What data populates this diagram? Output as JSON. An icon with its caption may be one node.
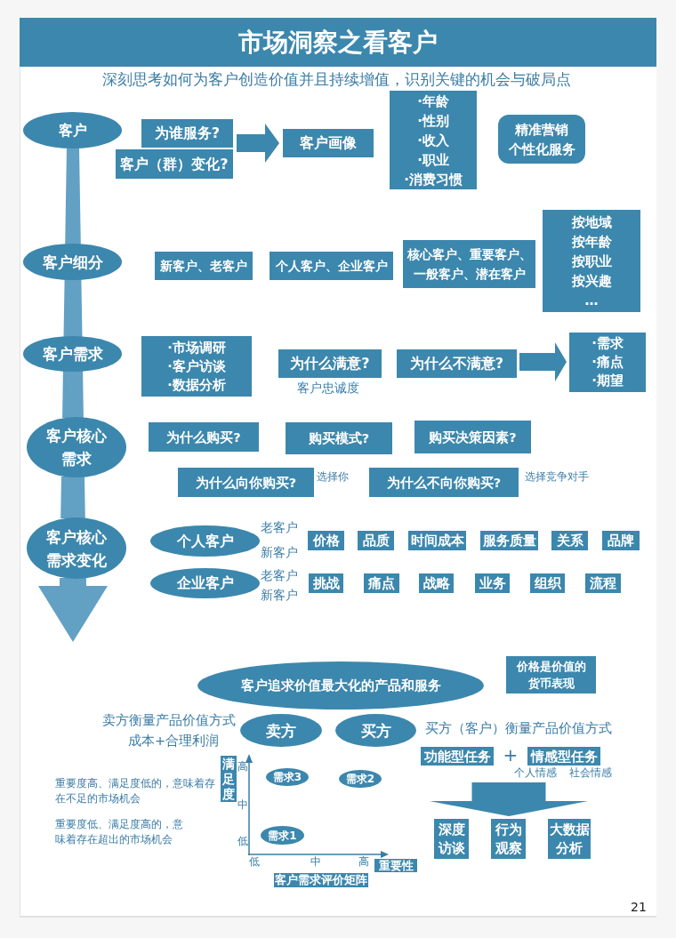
{
  "diagram": {
    "title": "市场洞察之看客户",
    "nodes": [
      {
        "text": [
          "客户"
        ]
      },
      {
        "text": [
          "为谁服务?"
        ]
      },
      {
        "text": [
          "客户（群）变化?"
        ]
      },
      {
        "text": [
          "客户画像"
        ]
      },
      {
        "text": [
          "·年龄",
          "·性别",
          "·收入",
          "·职业",
          "·消费习惯"
        ]
      },
      {
        "text": [
          "精准营销",
          "个性化服务"
        ]
      },
      {
        "text": [
          "客户细分"
        ]
      },
      {
        "text": [
          "新客户、老客户"
        ]
      },
      {
        "text": [
          "个人客户、企业客户"
        ]
      },
      {
        "text": [
          "核心客户、重要客户、一般客户、潜在客户"
        ]
      },
      {
        "text": [
          "按地域",
          "按年龄",
          "按职业",
          "按兴趣",
          "…"
        ]
      },
      {
        "text": [
          "客户需求"
        ]
      },
      {
        "text": [
          "·市场调研",
          "·客户访谈",
          "·数据分析"
        ]
      },
      {
        "text": [
          "为什么满意?"
        ],
        "beside": [
          "客户忠诚度"
        ]
      },
      {
        "text": [
          "为什么不满意?"
        ]
      },
      {
        "text": [
          "·需求",
          "·痛点",
          "·期望"
        ]
      },
      {
        "text": [
          "客户核心需求"
        ]
      },
      {
        "text": [
          "为什么购买?"
        ]
      },
      {
        "text": [
          "购买模式?"
        ]
      },
      {
        "text": [
          "购买决策因素?"
        ]
      },
      {
        "text": [
          "为什么向你购买?"
        ],
        "beside": [
          "选择你"
        ]
      },
      {
        "text": [
          "为什么不向你购买?"
        ],
        "beside": [
          "选择竞争对手"
        ]
      },
      {
        "text": [
          "客户核心需求变化"
        ]
      },
      {
        "text": [
          "个人客户"
        ],
        "beside": [
          "老客户",
          "新客户"
        ]
      },
      {
        "text": [
          "价格"
        ]
      },
      {
        "text": [
          "品质"
        ]
      },
      {
        "text": [
          "时间成本"
        ]
      },
      {
        "text": [
          "服务质量"
        ]
      },
      {
        "text": [
          "关系"
        ]
      },
      {
        "text": [
          "品牌"
        ]
      },
      {
        "text": [
          "企业客户"
        ],
        "beside": [
          "老客户",
          "新客户"
        ]
      },
      {
        "text": [
          "挑战"
        ]
      },
      {
        "text": [
          "痛点"
        ]
      },
      {
        "text": [
          "战略"
        ]
      },
      {
        "text": [
          "业务"
        ]
      },
      {
        "text": [
          "组织"
        ]
      },
      {
        "text": [
          "流程"
        ]
      },
      {
        "text": [
          "客户追求价值最大化的产品和服务"
        ]
      },
      {
        "text": [
          "价格是价值的货币表现"
        ]
      },
      {
        "text": [
          "卖方"
        ],
        "beside": [
          "卖方衡量产品价值方式",
          "成本+合理利润"
        ]
      },
      {
        "text": [
          "买方"
        ],
        "beside": [
          "买方（客户）衡量产品价值方式"
        ]
      },
      {
        "text": [
          "功能型任务"
        ]
      },
      {
        "text": [
          "情感型任务"
        ],
        "beside": [
          "个人情感",
          "社会情感"
        ]
      },
      {
        "text": [
          "深度访谈"
        ]
      },
      {
        "text": [
          "行为观察"
        ]
      },
      {
        "text": [
          "大数据分析"
        ]
      },
      {
        "text": [
          "满足度"
        ]
      },
      {
        "text": [
          "需求3"
        ]
      },
      {
        "text": [
          "需求2"
        ]
      },
      {
        "text": [
          "需求1"
        ]
      },
      {
        "text": [
          "重要性"
        ]
      },
      {
        "text": [
          "客户需求评价矩阵"
        ]
      }
    ],
    "edges": [
      {
        "from": 0,
        "to": 6,
        "arrow": "none",
        "color": "#62a0c4"
      },
      {
        "from": 6,
        "to": 11,
        "arrow": "none",
        "color": "#62a0c4"
      },
      {
        "from": 11,
        "to": 16,
        "arrow": "none",
        "color": "#62a0c4"
      },
      {
        "from": 16,
        "to": 22,
        "arrow": "none",
        "color": "#62a0c4"
      },
      {
        "from": 22,
        "to": null,
        "arrow": "to",
        "color": "#62a0c4"
      },
      {
        "from": 1,
        "to": 3,
        "arrow": "to"
      },
      {
        "from": 2,
        "to": 3,
        "arrow": "to"
      },
      {
        "from": 14,
        "to": 15,
        "arrow": "to"
      },
      {
        "from": 41,
        "to": 43,
        "arrow": "to"
      },
      {
        "from": 41,
        "to": 44,
        "arrow": "to"
      },
      {
        "from": 41,
        "to": 45,
        "arrow": "to"
      },
      {
        "from": 42,
        "to": 43,
        "arrow": "to"
      },
      {
        "from": 42,
        "to": 44,
        "arrow": "to"
      },
      {
        "from": 42,
        "to": 45,
        "arrow": "to"
      }
    ],
    "labels": [
      "深刻思考如何为客户创造价值并且持续增值，识别关键的机会与破局点",
      "+",
      "重要度高、满足度低的，意味着存在不足的市场机会",
      "重要度低、满足度高的，意味着存在超出的市场机会",
      "高",
      "中",
      "低",
      "低",
      "中",
      "高",
      "21"
    ]
  }
}
